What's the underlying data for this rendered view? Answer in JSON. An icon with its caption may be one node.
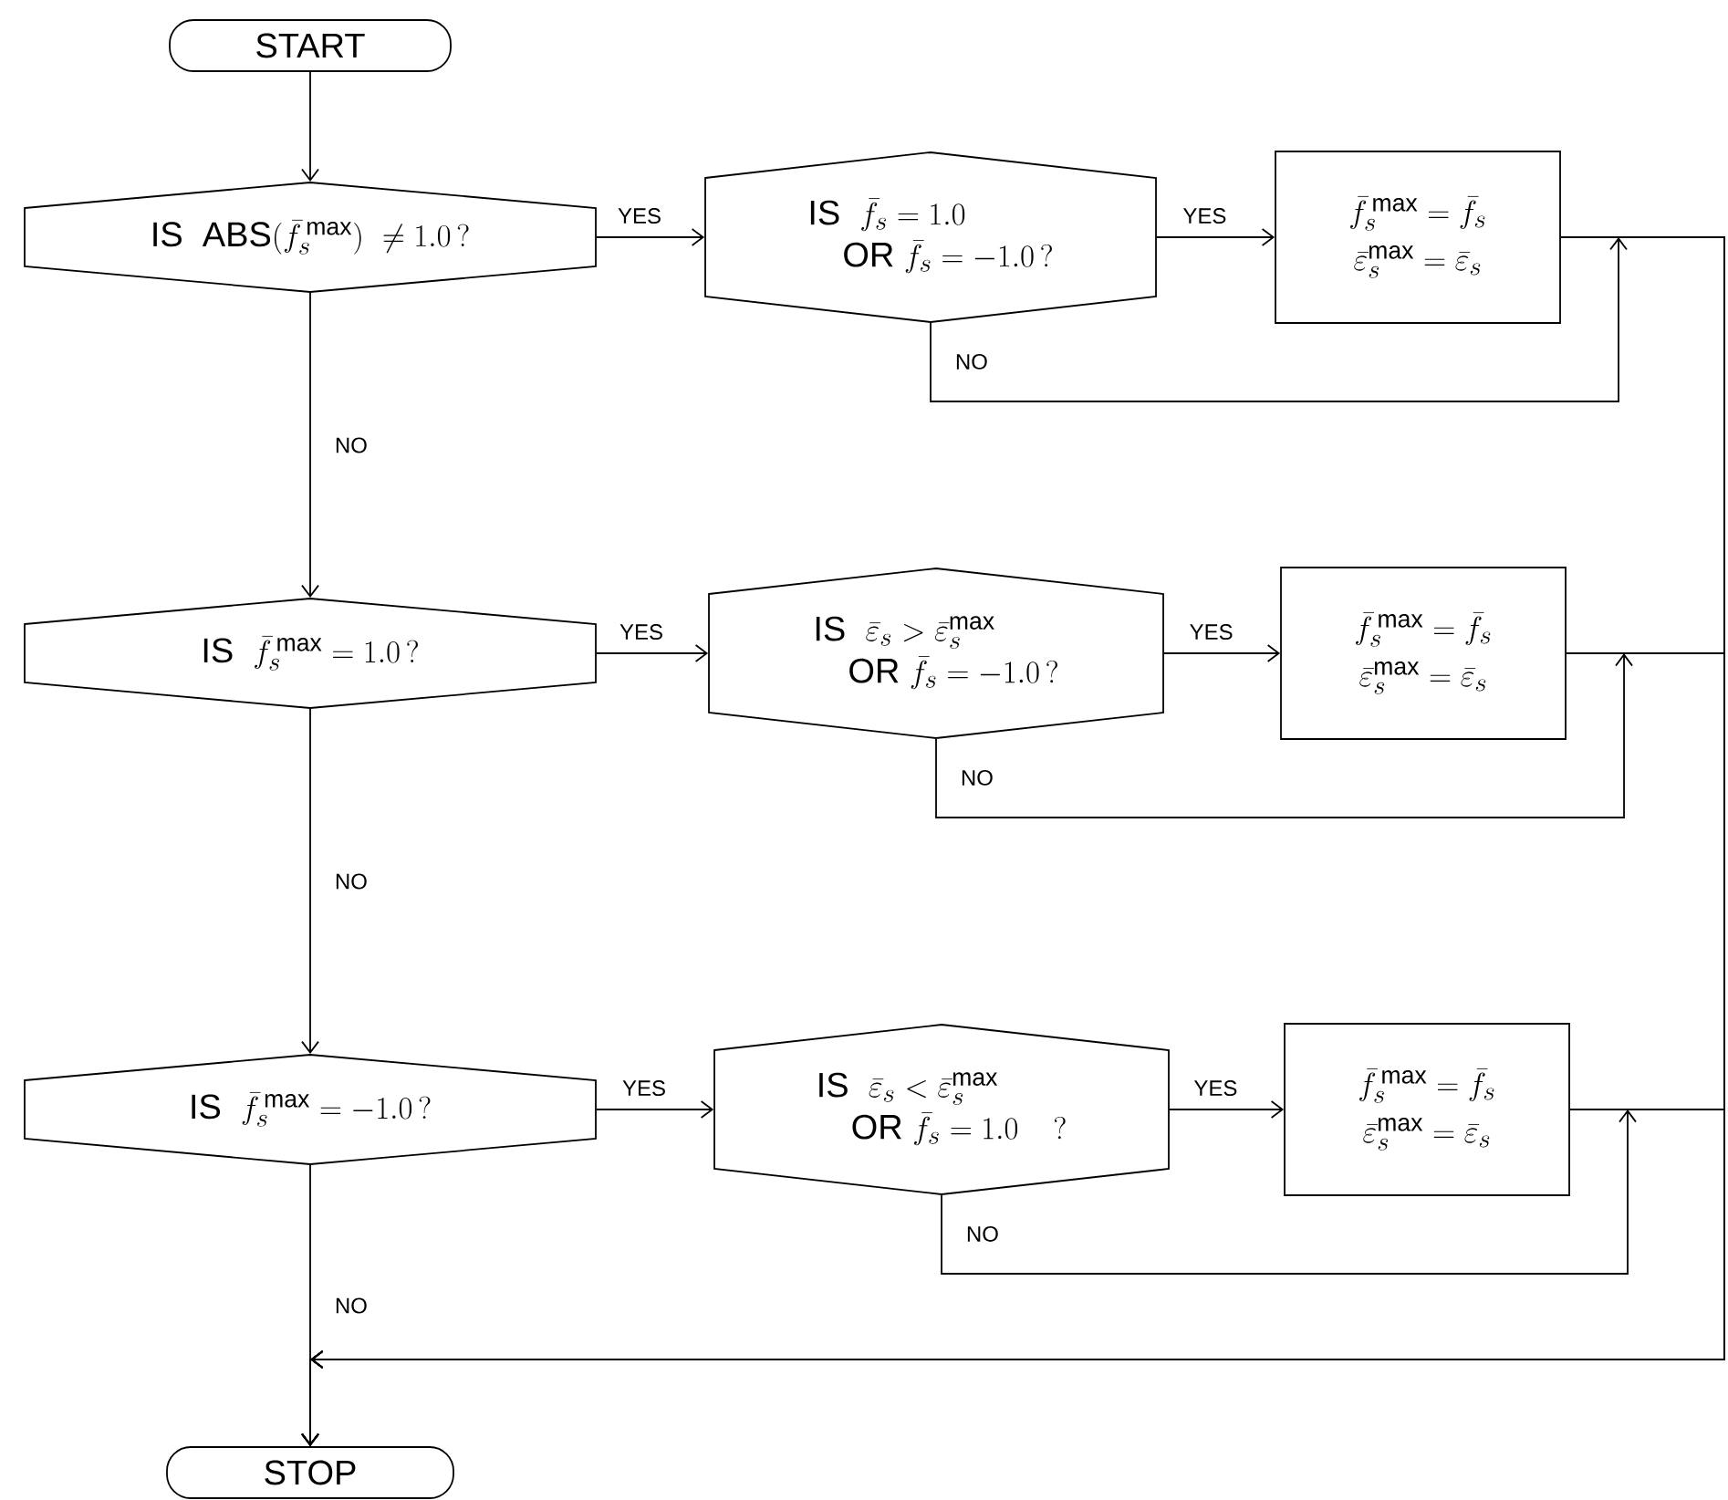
{
  "diagram": {
    "nodes": [
      {
        "text": [
          "START"
        ]
      },
      {
        "text": [
          "\\mathrm{IS\\ \\ ABS}(\\bar{f}_s^{\\,\\mathrm{max}})\\ \\neq 1.0\\,?"
        ]
      },
      {
        "text": [
          "\\begin{array}{l}\\mathrm{IS}\\ \\ \\bar{f}_s = 1.0\\\\ \\quad\\mathrm{OR}\\ \\bar{f}_s = -1.0\\,?\\end{array}"
        ]
      },
      {
        "text": [
          "\\bar{f}_s^{\\,\\mathrm{max}} = \\bar{f}_s",
          "\\bar{\\varepsilon}_s^{\\mathrm{max}} = \\bar{\\varepsilon}_s"
        ]
      },
      {
        "text": [
          "\\mathrm{IS}\\ \\ \\bar{f}_s^{\\,\\mathrm{max}} = 1.0\\,?"
        ]
      },
      {
        "text": [
          "\\begin{array}{l}\\mathrm{IS}\\ \\ \\bar{\\varepsilon}_s > \\bar{\\varepsilon}_s^{\\mathrm{max}}\\\\ \\quad\\mathrm{OR}\\ \\bar{f}_s = -1.0\\,?\\end{array}"
        ]
      },
      {
        "text": [
          "\\bar{f}_s^{\\,\\mathrm{max}} = \\bar{f}_s",
          "\\bar{\\varepsilon}_s^{\\mathrm{max}} = \\bar{\\varepsilon}_s"
        ]
      },
      {
        "text": [
          "\\mathrm{IS}\\ \\ \\bar{f}_s^{\\,\\mathrm{max}} = -1.0\\,?"
        ]
      },
      {
        "text": [
          "\\begin{array}{l}\\mathrm{IS}\\ \\ \\bar{\\varepsilon}_s < \\bar{\\varepsilon}_s^{\\mathrm{max}}\\\\ \\quad\\mathrm{OR}\\ \\bar{f}_s = 1.0\\quad ?\\end{array}"
        ]
      },
      {
        "text": [
          "\\bar{f}_s^{\\,\\mathrm{max}} = \\bar{f}_s",
          "\\bar{\\varepsilon}_s^{\\mathrm{max}} = \\bar{\\varepsilon}_s"
        ]
      },
      {
        "text": [
          "STOP"
        ]
      }
    ],
    "edges": [
      {
        "from": 0,
        "to": 1,
        "arrow": "to"
      },
      {
        "from": 1,
        "to": 2,
        "arrow": "to",
        "label": "YES"
      },
      {
        "from": 2,
        "to": 3,
        "arrow": "to",
        "label": "YES"
      },
      {
        "from": 1,
        "to": 4,
        "arrow": "to",
        "label": "NO"
      },
      {
        "from": 3,
        "to": 10,
        "arrow": "to"
      },
      {
        "from": 2,
        "to": 10,
        "arrow": "to",
        "label": "NO"
      },
      {
        "from": 4,
        "to": 5,
        "arrow": "to",
        "label": "YES"
      },
      {
        "from": 5,
        "to": 6,
        "arrow": "to",
        "label": "YES"
      },
      {
        "from": 4,
        "to": 7,
        "arrow": "to",
        "label": "NO"
      },
      {
        "from": 6,
        "to": 10,
        "arrow": "to"
      },
      {
        "from": 5,
        "to": 10,
        "arrow": "to",
        "label": "NO"
      },
      {
        "from": 7,
        "to": 8,
        "arrow": "to",
        "label": "YES"
      },
      {
        "from": 8,
        "to": 9,
        "arrow": "to",
        "label": "YES"
      },
      {
        "from": 9,
        "to": 10,
        "arrow": "to"
      },
      {
        "from": 8,
        "to": 10,
        "arrow": "to",
        "label": "NO"
      },
      {
        "from": 7,
        "to": 10,
        "arrow": "to",
        "label": "NO"
      }
    ]
  }
}
